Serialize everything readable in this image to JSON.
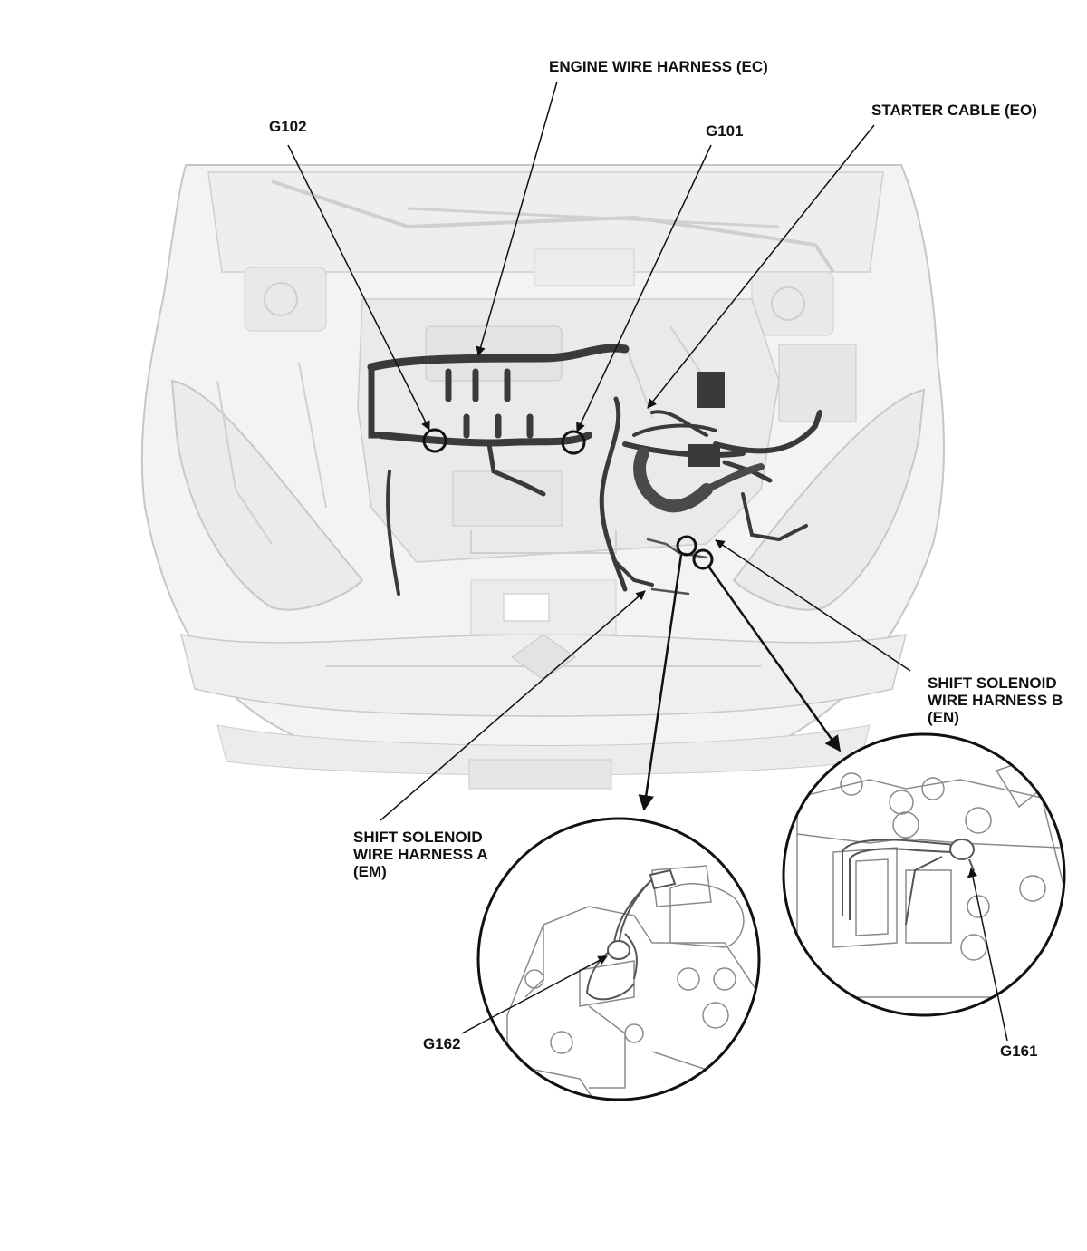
{
  "labels": {
    "engine_wire_harness": "ENGINE WIRE HARNESS (EC)",
    "g102": "G102",
    "g101": "G101",
    "starter_cable": "STARTER CABLE (EO)",
    "shift_solenoid_b": [
      "SHIFT SOLENOID",
      "WIRE HARNESS B",
      "(EN)"
    ],
    "shift_solenoid_a": [
      "SHIFT SOLENOID",
      "WIRE HARNESS A",
      "(EM)"
    ],
    "g162": "G162",
    "g161": "G161"
  },
  "colors": {
    "vehicle_fill": "#f2f2f2",
    "vehicle_line": "#c4c4c4",
    "harness": "#3a3a3a",
    "leader": "#111111",
    "detail_line": "#777777"
  },
  "icons": [
    "engine-bay-illustration",
    "detail-view-a",
    "detail-view-b",
    "ground-point-marker"
  ]
}
